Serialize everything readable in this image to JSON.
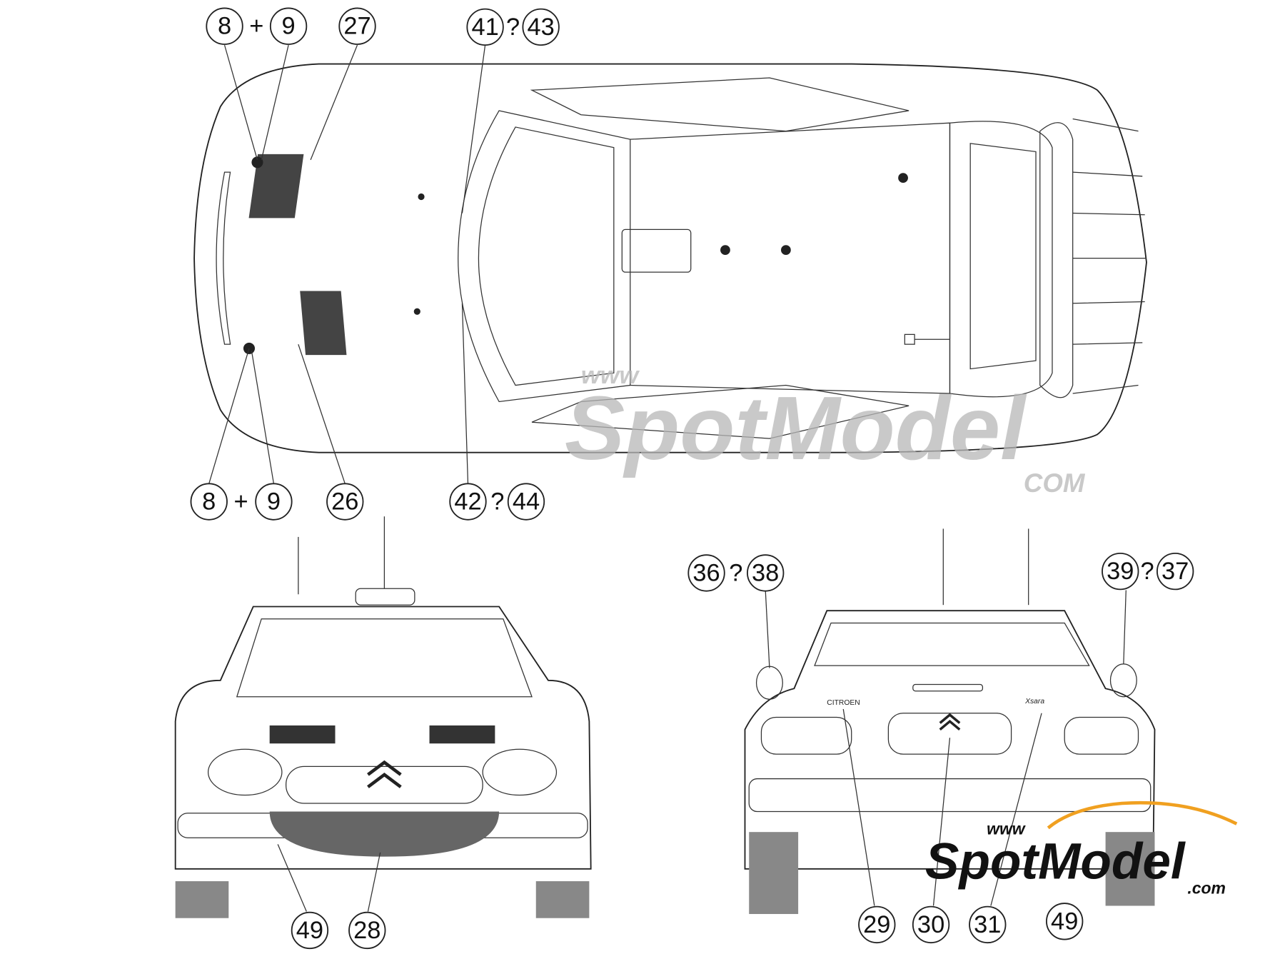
{
  "labels": {
    "top_front_upper": {
      "a": "8",
      "op": "+",
      "b": "9"
    },
    "top_vent_upper": "27",
    "top_screen_upper": {
      "a": "41",
      "op": "?",
      "b": "43"
    },
    "top_front_lower": {
      "a": "8",
      "op": "+",
      "b": "9"
    },
    "top_vent_lower": "26",
    "top_screen_lower": {
      "a": "42",
      "op": "?",
      "b": "44"
    },
    "rear_mirror_left": {
      "a": "36",
      "op": "?",
      "b": "38"
    },
    "rear_mirror_right": {
      "a": "39",
      "op": "?",
      "b": "37"
    },
    "front_bottom": [
      "49",
      "28"
    ],
    "rear_bottom": [
      "29",
      "30",
      "31",
      "49"
    ]
  },
  "car_text": {
    "brand": "CITROEN",
    "model": "Xsara"
  },
  "watermark": {
    "www": "www",
    "name": "SpotModel",
    "com": "COM"
  },
  "logo": {
    "www": "www",
    "name": "SpotModel",
    "com": ".com",
    "accent": "#f0a020"
  }
}
